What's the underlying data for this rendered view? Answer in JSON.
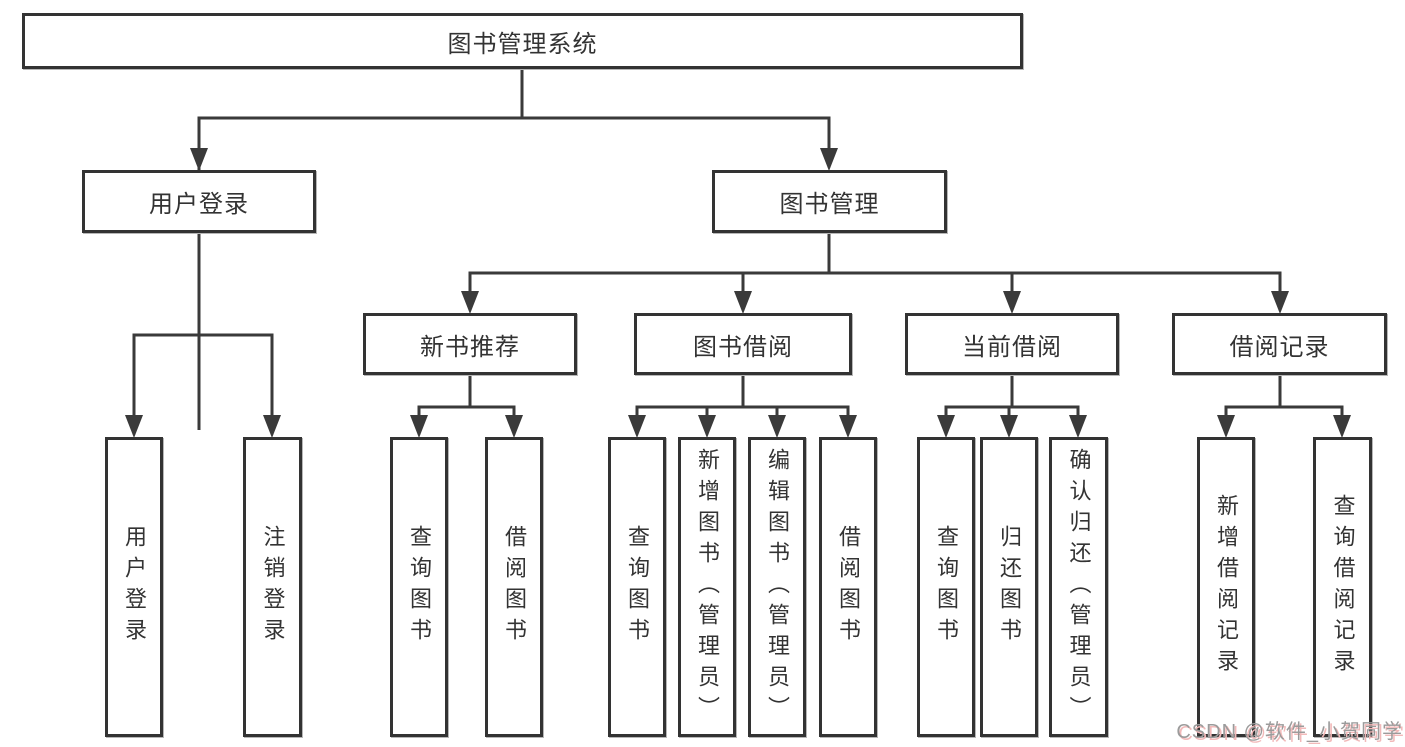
{
  "tree": {
    "root": {
      "label": "图书管理系统"
    },
    "branches": [
      {
        "label": "用户登录",
        "children": [
          {
            "label": "用户登录"
          },
          {
            "label": "注销登录"
          }
        ]
      },
      {
        "label": "图书管理",
        "children": [
          {
            "label": "新书推荐",
            "children": [
              {
                "label": "查询图书"
              },
              {
                "label": "借阅图书"
              }
            ]
          },
          {
            "label": "图书借阅",
            "children": [
              {
                "label": "查询图书"
              },
              {
                "label": "新增图书（管理员）"
              },
              {
                "label": "编辑图书（管理员）"
              },
              {
                "label": "借阅图书"
              }
            ]
          },
          {
            "label": "当前借阅",
            "children": [
              {
                "label": "查询图书"
              },
              {
                "label": "归还图书"
              },
              {
                "label": "确认归还（管理员）"
              }
            ]
          },
          {
            "label": "借阅记录",
            "children": [
              {
                "label": "新增借阅记录"
              },
              {
                "label": "查询借阅记录"
              }
            ]
          }
        ]
      }
    ]
  },
  "watermark": {
    "text": "CSDN @软件_小贺同学"
  },
  "colors": {
    "line": "#3a3a3a",
    "box_border": "#333333",
    "box_fill": "#ffffff",
    "text": "#333333",
    "watermark_gray": "#9b9b9b",
    "watermark_pink": "#f2b9b9",
    "background": "#ffffff"
  }
}
